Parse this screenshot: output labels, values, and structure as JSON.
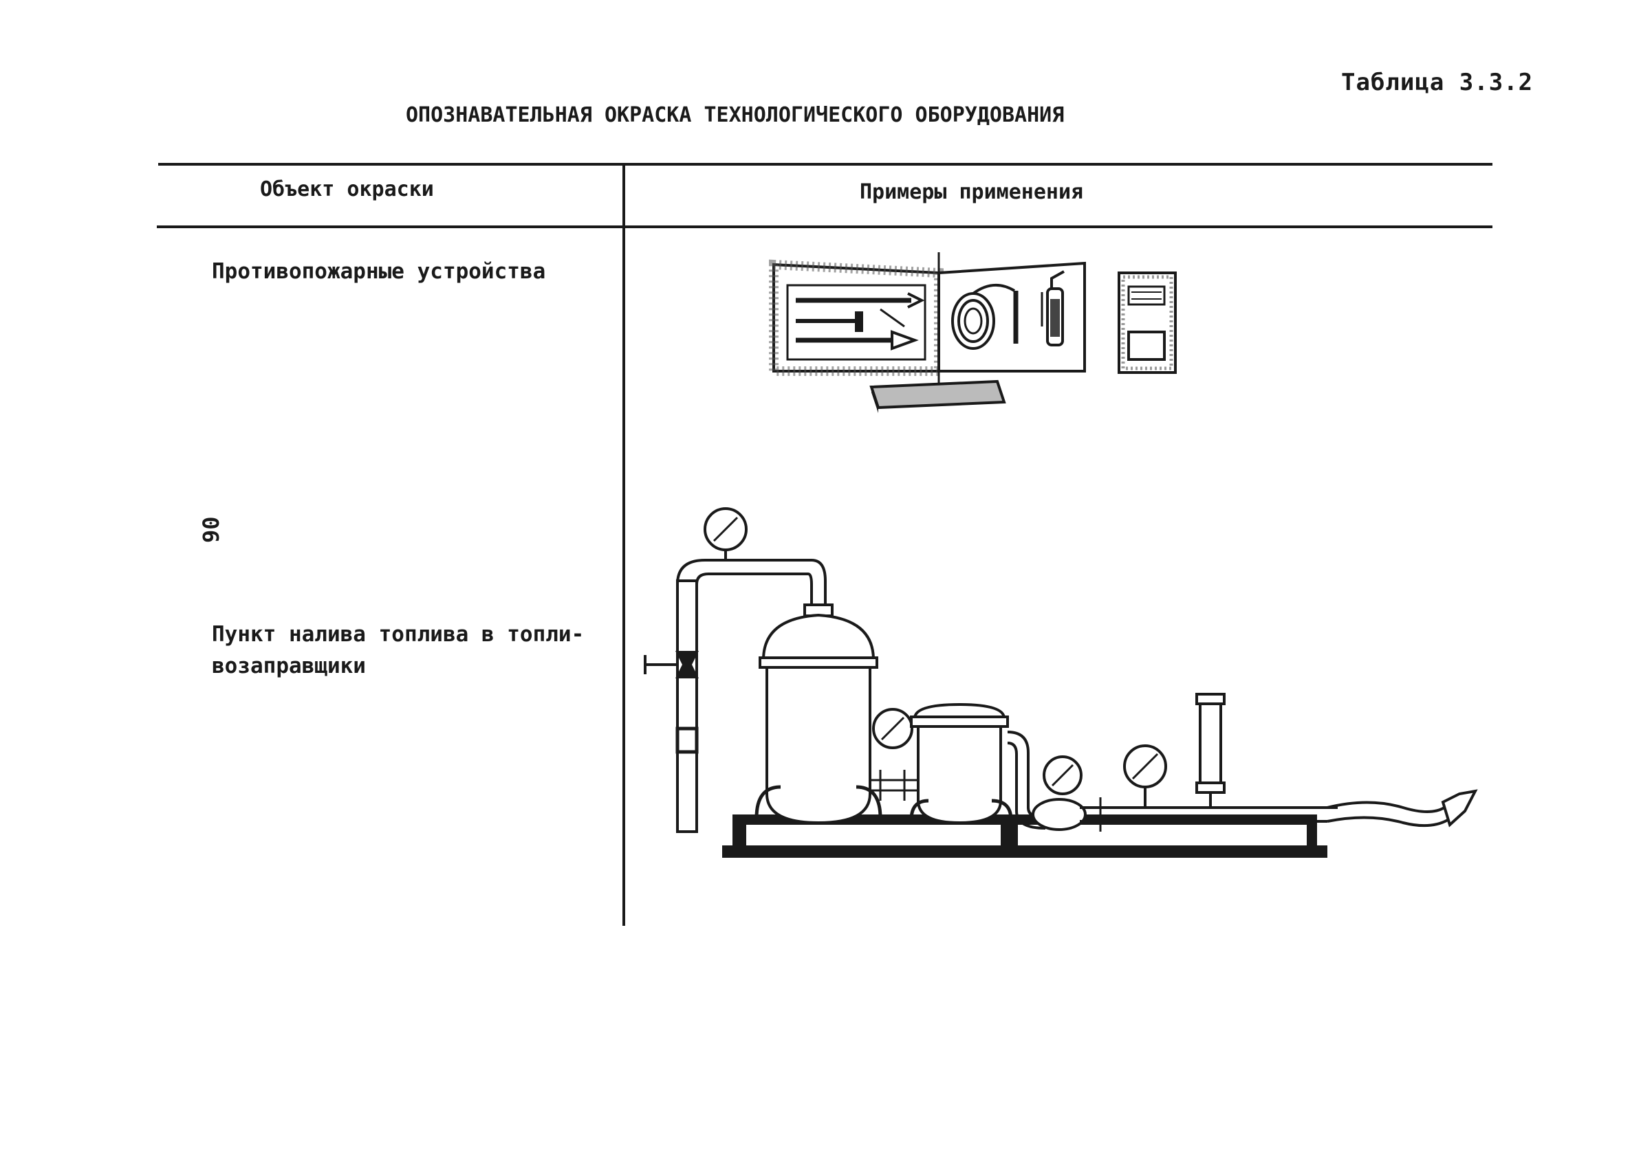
{
  "table_number": "Таблица 3.3.2",
  "title": "ОПОЗНАВАТЕЛЬНАЯ ОКРАСКА ТЕХНОЛОГИЧЕСКОГО ОБОРУДОВАНИЯ",
  "columns": {
    "object": "Объект окраски",
    "examples": "Примеры применения"
  },
  "rows": [
    {
      "label": "Противопожарные устройства",
      "illustration_icon": "fire-equipment-icon"
    },
    {
      "label_line1": "Пункт налива топлива в топли-",
      "label_line2": "возаправщики",
      "illustration_icon": "fuel-filling-station-icon"
    }
  ],
  "page_number": "90"
}
